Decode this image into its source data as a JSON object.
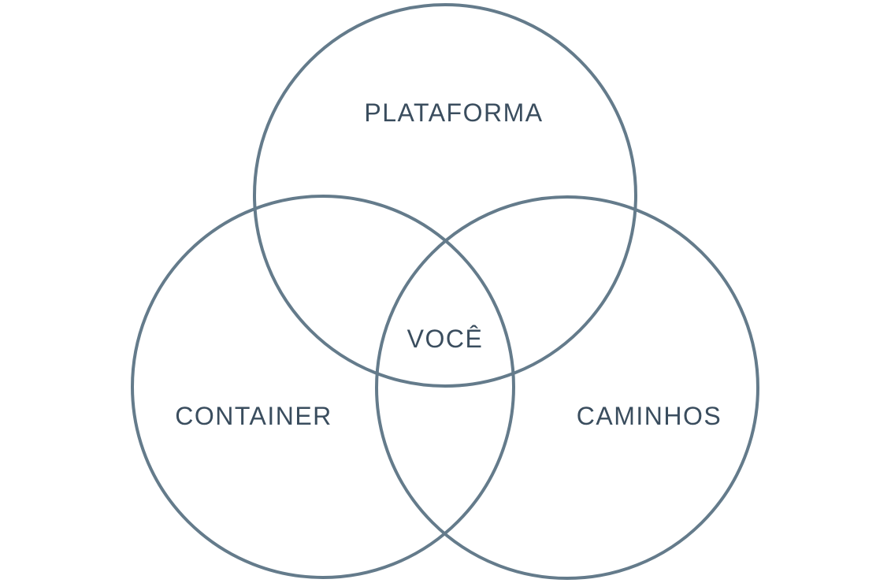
{
  "diagram": {
    "type": "venn",
    "colors": {
      "stroke": "#647b8b",
      "text": "#3a4d5e",
      "background": "#ffffff"
    },
    "sets": {
      "top": {
        "label": "PLATAFORMA"
      },
      "left": {
        "label": "CONTAINER"
      },
      "right": {
        "label": "CAMINHOS"
      }
    },
    "intersection": {
      "label": "VOCÊ"
    }
  }
}
